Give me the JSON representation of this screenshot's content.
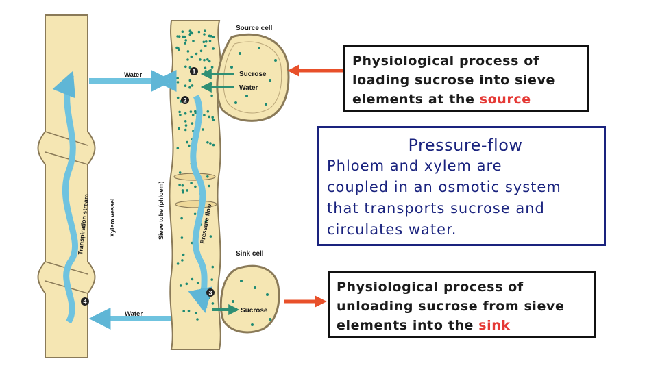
{
  "diagram": {
    "labels": {
      "source_cell": "Source cell",
      "sink_cell": "Sink cell",
      "water_top": "Water",
      "water_bottom": "Water",
      "sucrose_top": "Sucrose",
      "water_in": "Water",
      "sucrose_bottom": "Sucrose",
      "xylem_vessel": "Xylem vessel",
      "sieve_tube": "Sieve tube (phloem)",
      "transpiration_stream": "Transpiration stream",
      "pressure_flow": "Pressure flow"
    },
    "steps": [
      "1",
      "2",
      "3",
      "4"
    ]
  },
  "boxes": {
    "source_box": {
      "lines": [
        "Physiological process of",
        "loading sucrose into sieve",
        "elements at the "
      ],
      "highlight": "source"
    },
    "pressure_box": {
      "title": "Pressure-flow",
      "lines": [
        "Phloem and xylem are",
        "coupled in an osmotic system",
        "that transports sucrose and",
        "circulates water."
      ]
    },
    "sink_box": {
      "lines": [
        "Physiological process of",
        "unloading sucrose from sieve",
        "elements into the "
      ],
      "highlight": "sink"
    }
  },
  "colors": {
    "cell_fill": "#f5e6b3",
    "cell_stroke": "#8a7a58",
    "dot": "#1e8a73",
    "arrow_blue": "#6fc3df",
    "arrow_green": "#2f8f74",
    "arrow_red": "#e8502a",
    "text_accent": "#e53935",
    "navy": "#1a237e"
  }
}
